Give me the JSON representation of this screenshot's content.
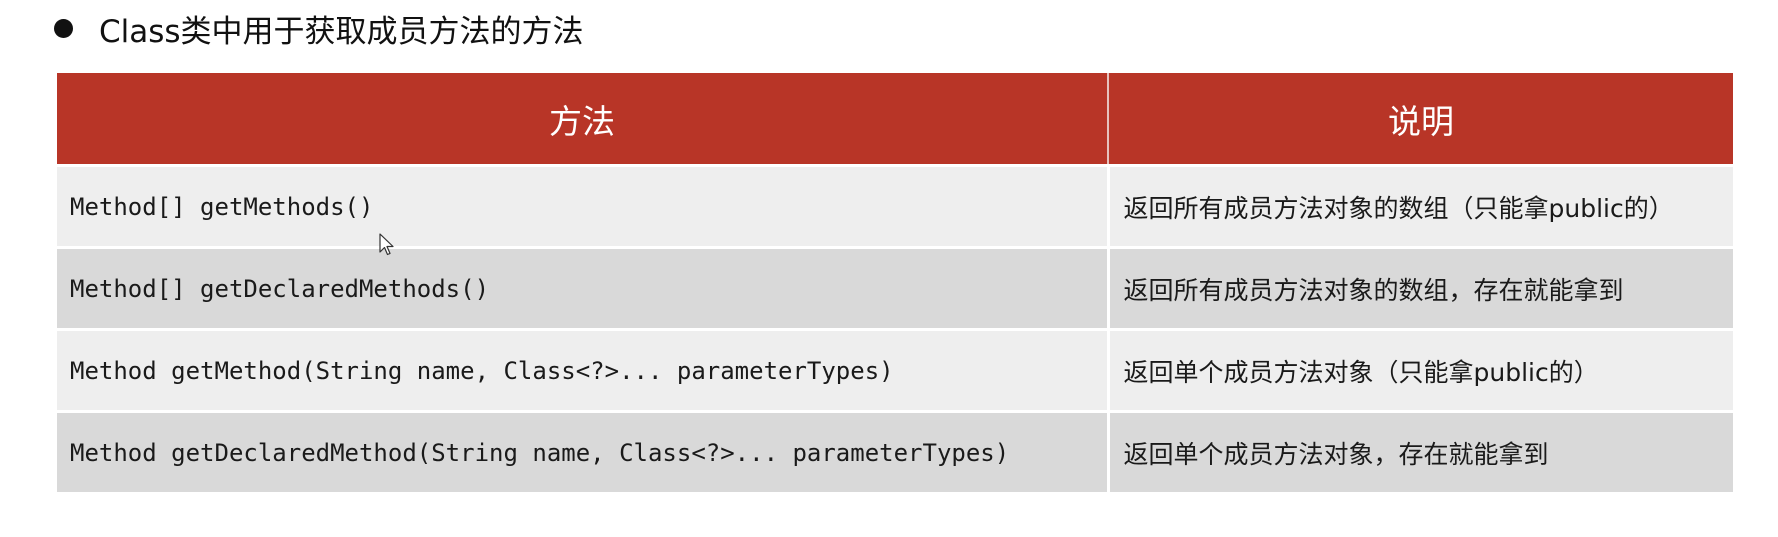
{
  "heading": {
    "text": "Class类中用于获取成员方法的方法"
  },
  "table": {
    "columns": [
      "方法",
      "说明"
    ],
    "rows": [
      {
        "method": "Method[] getMethods()",
        "desc": "返回所有成员方法对象的数组（只能拿public的）"
      },
      {
        "method": "Method[] getDeclaredMethods()",
        "desc": "返回所有成员方法对象的数组，存在就能拿到"
      },
      {
        "method": "Method getMethod(String name, Class<?>... parameterTypes)",
        "desc": "返回单个成员方法对象（只能拿public的）"
      },
      {
        "method": "Method getDeclaredMethod(String name, Class<?>... parameterTypes)",
        "desc": "返回单个成员方法对象，存在就能拿到"
      }
    ]
  },
  "colors": {
    "header_bg": "#b83527",
    "row_light": "#eeeeee",
    "row_dark": "#d9d9d9"
  },
  "icons": {
    "cursor": "mouse-pointer-icon"
  }
}
